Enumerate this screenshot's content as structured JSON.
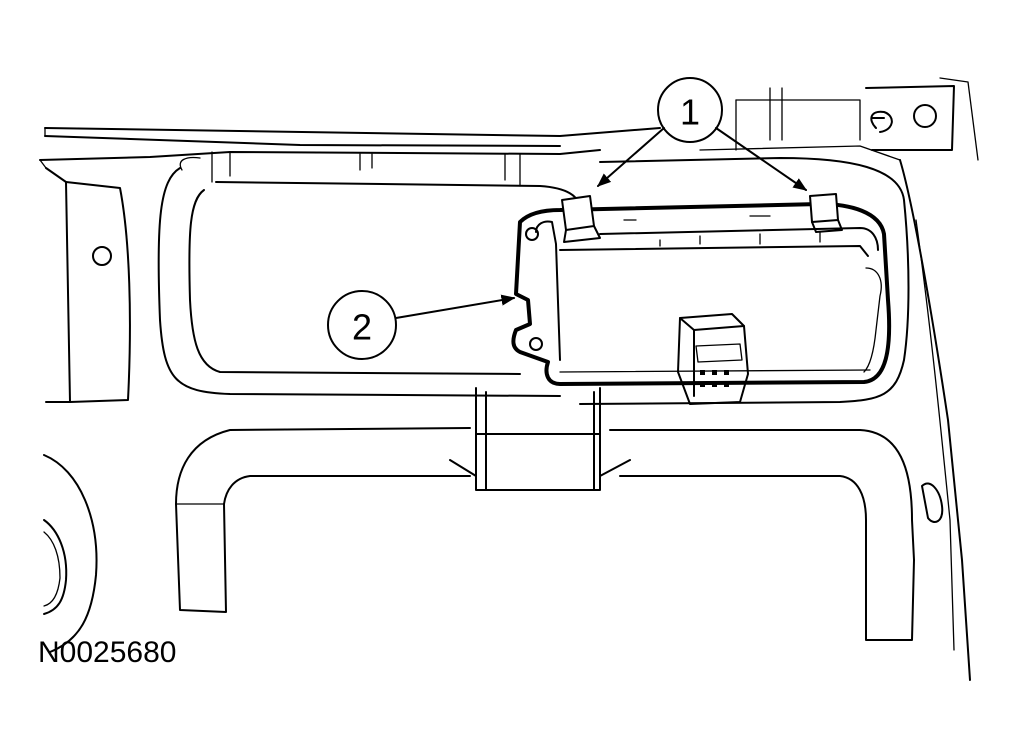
{
  "figure": {
    "id_label": "N0025680"
  },
  "callouts": [
    {
      "number": "1"
    },
    {
      "number": "2"
    }
  ],
  "colors": {
    "line": "#000000",
    "background": "#ffffff"
  }
}
